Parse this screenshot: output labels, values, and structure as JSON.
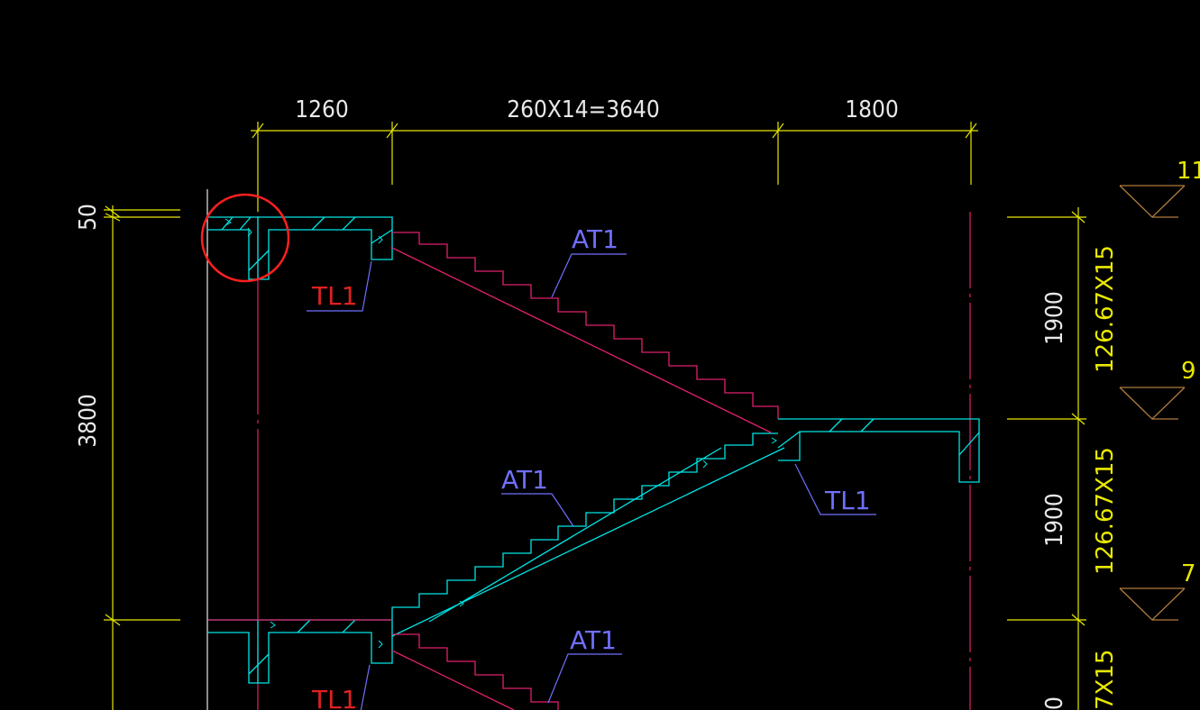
{
  "drawing": {
    "background": "#000000",
    "colors": {
      "dimension": "#e8e800",
      "structure": "#00e5e5",
      "center_line": "#e0206e",
      "annotation_blue": "#6f6fff",
      "annotation_red": "#e02020",
      "highlight": "#ff2020",
      "text_white": "#e8e8e8",
      "level_mark": "#b07b3e"
    },
    "dimensions_top": {
      "left": "1260",
      "middle": "260X14=3640",
      "right": "1800"
    },
    "dimensions_left": {
      "top": "50",
      "main": "3800"
    },
    "dimensions_right": {
      "upper_total": "1900",
      "upper_steps": "126.67X15",
      "lower_total": "1900",
      "lower_steps": "126.67X15",
      "bottom_steps": "7X15",
      "bottom_total": "0"
    },
    "level_marks": [
      "11",
      "9",
      "7"
    ],
    "labels": {
      "flight_upper": "AT1",
      "flight_middle": "AT1",
      "flight_lower": "AT1",
      "beam_upper_left": "TL1",
      "beam_middle_right": "TL1",
      "beam_lower_left": "TL1"
    }
  }
}
